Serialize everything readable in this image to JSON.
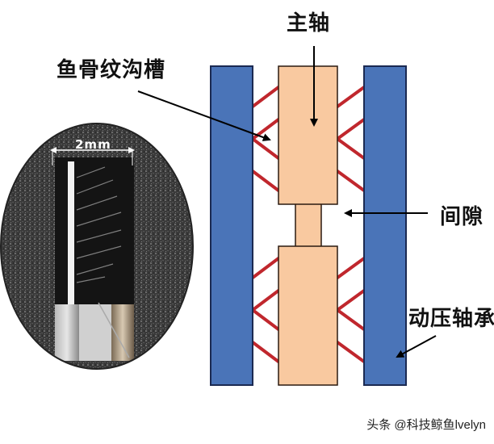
{
  "labels": {
    "spindle": "主轴",
    "herringbone_groove": "鱼骨纹沟槽",
    "gap": "间隙",
    "hydrodynamic_bearing": "动压轴承"
  },
  "photo": {
    "scale_label": "2mm"
  },
  "watermark": "头条 @科技鲸鱼lvelyn",
  "colors": {
    "bearing_blue": "#4a74b8",
    "bearing_border": "#1b2a52",
    "shaft_fill": "#f9c9a0",
    "shaft_border": "#2a1a10",
    "groove_red": "#c0272d",
    "arrow": "#000000"
  }
}
